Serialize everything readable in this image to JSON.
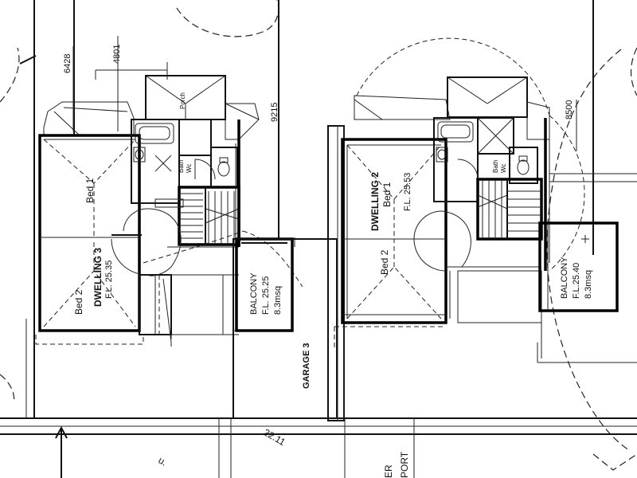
{
  "dims": {
    "d6428": "6428",
    "d4801": "4801",
    "d9215": "9215",
    "d8500": "8500"
  },
  "dwelling3": {
    "porch": "Porch",
    "bath": "Bath",
    "wc": "Wc",
    "bed1": "Bed 1",
    "name": "DWELLING 3",
    "fl": "F.L. 25.35",
    "bed2": "Bed 2",
    "balcony": "BALCONY",
    "balcony_fl": "F.L. 25.25",
    "balcony_area": "8.3msq",
    "garage": "GARAGE 3"
  },
  "dwelling2": {
    "name": "DWELLING 2",
    "bed1": "Bed 1",
    "fl": "F.L. 25.53",
    "bed2": "Bed 2",
    "bath": "Bath",
    "wc": "Wc",
    "balcony": "BALCONY",
    "balcony_fl": "F.L.25.40",
    "balcony_area": "8.3msq"
  },
  "street": {
    "level": "22.11",
    "partial_left": "u.",
    "partial_er": "ER",
    "partial_port": "PORT"
  }
}
